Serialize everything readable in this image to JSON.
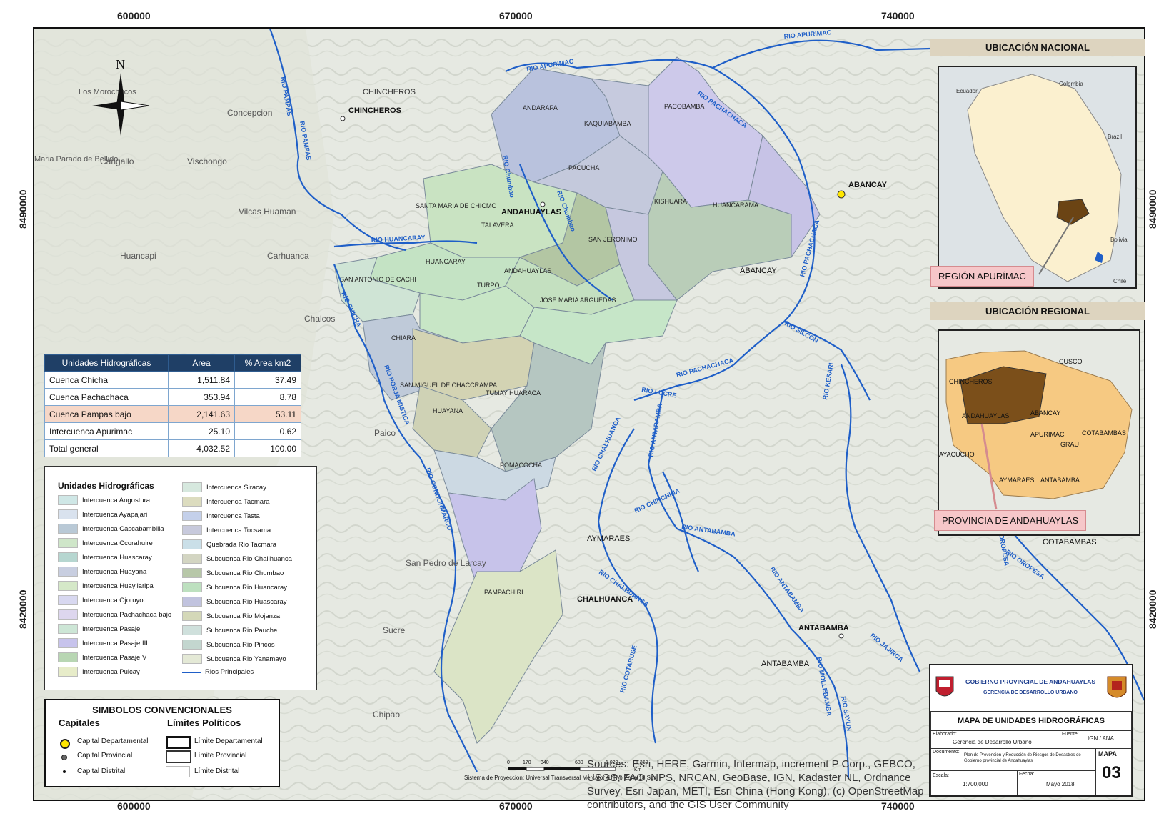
{
  "coordinates": {
    "top": [
      "600000",
      "670000",
      "740000"
    ],
    "bottom": [
      "600000",
      "670000",
      "740000"
    ],
    "left": [
      "8490000",
      "8420000"
    ],
    "right": [
      "8490000",
      "8420000"
    ]
  },
  "north_arrow": {
    "letter": "N"
  },
  "map_labels": {
    "places": [
      {
        "text": "CHINCHEROS"
      },
      {
        "text": "CHINCHEROS"
      },
      {
        "text": "Concepcion"
      },
      {
        "text": "Cangallo"
      },
      {
        "text": "Vischongo"
      },
      {
        "text": "Vilcas Huaman"
      },
      {
        "text": "Huancapi"
      },
      {
        "text": "Carhuanca"
      },
      {
        "text": "Chalcos"
      },
      {
        "text": "ANDAHUAYLAS"
      },
      {
        "text": "ABANCAY"
      },
      {
        "text": "ABANCAY"
      },
      {
        "text": "AYMARAES"
      },
      {
        "text": "CHALHUANCA"
      },
      {
        "text": "ANTABAMBA"
      },
      {
        "text": "ANTABAMBA"
      },
      {
        "text": "San Pedro de Larcay"
      },
      {
        "text": "Sucre"
      },
      {
        "text": "Chipao"
      },
      {
        "text": "COTABAMBAS"
      },
      {
        "text": "Los Morochucos"
      },
      {
        "text": "Maria Parado de Bellido"
      },
      {
        "text": "Paico"
      }
    ],
    "units": [
      {
        "text": "ANDARAPA"
      },
      {
        "text": "KAQUIABAMBA"
      },
      {
        "text": "PACOBAMBA"
      },
      {
        "text": "PACUCHA"
      },
      {
        "text": "KISHUARA"
      },
      {
        "text": "HUANCARAMA"
      },
      {
        "text": "SANTA MARIA DE CHICMO"
      },
      {
        "text": "TALAVERA"
      },
      {
        "text": "SAN JERONIMO"
      },
      {
        "text": "HUANCARAY"
      },
      {
        "text": "SAN ANTONIO DE CACHI"
      },
      {
        "text": "TURPO"
      },
      {
        "text": "ANDAHUAYLAS"
      },
      {
        "text": "JOSE MARIA ARGUEDAS"
      },
      {
        "text": "CHIARA"
      },
      {
        "text": "SAN MIGUEL DE CHACCRAMPA"
      },
      {
        "text": "TUMAY HUARACA"
      },
      {
        "text": "HUAYANA"
      },
      {
        "text": "POMACOCHA"
      },
      {
        "text": "PAMPACHIRI"
      }
    ],
    "rivers": [
      {
        "text": "RIO APURIMAC"
      },
      {
        "text": "RIO APURIMAC"
      },
      {
        "text": "RIO PACHACHACA"
      },
      {
        "text": "RIO PAMPAS"
      },
      {
        "text": "RIO PAMPAS"
      },
      {
        "text": "RIO HUANCARAY"
      },
      {
        "text": "RIO CHICHA"
      },
      {
        "text": "RIO PORJA MISTICA"
      },
      {
        "text": "RIO CONDORMARCO"
      },
      {
        "text": "RIO PACHACHACA"
      },
      {
        "text": "RIO SILCON"
      },
      {
        "text": "RIO PACHACHACA"
      },
      {
        "text": "RIO LUCRE"
      },
      {
        "text": "RIO KESARI"
      },
      {
        "text": "RIO ANTABAMBA"
      },
      {
        "text": "RIO CHALHUANCA"
      },
      {
        "text": "RIO CHINCHINA"
      },
      {
        "text": "RIO ANTABAMBA"
      },
      {
        "text": "RIO CHALHUANCA"
      },
      {
        "text": "RIO ANTABAMBA"
      },
      {
        "text": "RIO COTARUSE"
      },
      {
        "text": "RIO MOLLEBAMBA"
      },
      {
        "text": "RIO SAYUN"
      },
      {
        "text": "RIO JAJIRCA"
      },
      {
        "text": "RIO OROPESA"
      },
      {
        "text": "RIO OROPESA"
      },
      {
        "text": "RIO Chumbao"
      },
      {
        "text": "RIO Chumbao"
      }
    ]
  },
  "hydro_table": {
    "headers": [
      "Unidades Hidrográficas",
      "Area",
      "% Area km2"
    ],
    "rows": [
      {
        "name": "Cuenca Chicha",
        "area": "1,511.84",
        "pct": "37.49"
      },
      {
        "name": "Cuenca Pachachaca",
        "area": "353.94",
        "pct": "8.78"
      },
      {
        "name": "Cuenca Pampas bajo",
        "area": "2,141.63",
        "pct": "53.11"
      },
      {
        "name": "Intercuenca Apurimac",
        "area": "25.10",
        "pct": "0.62"
      },
      {
        "name": "Total general",
        "area": "4,032.52",
        "pct": "100.00"
      }
    ]
  },
  "legend": {
    "title": "Unidades Hidrográficas",
    "col1": [
      {
        "label": "Intercuenca Angostura",
        "color": "#cfe7e6"
      },
      {
        "label": "Intercuenca Ayapajari",
        "color": "#d9e2ee"
      },
      {
        "label": "Intercuenca Cascabambilla",
        "color": "#b9c9d6"
      },
      {
        "label": "Intercuenca Ccorahuire",
        "color": "#cfe6c9"
      },
      {
        "label": "Intercuenca Huascaray",
        "color": "#b6d6d0"
      },
      {
        "label": "Intercuenca Huayana",
        "color": "#c8cee0"
      },
      {
        "label": "Intercuenca Huayllaripa",
        "color": "#d5e8c8"
      },
      {
        "label": "Intercuenca Ojoruyoc",
        "color": "#d8d8f0"
      },
      {
        "label": "Intercuenca Pachachaca bajo",
        "color": "#ddd6ee"
      },
      {
        "label": "Intercuenca Pasaje",
        "color": "#cde6d6"
      },
      {
        "label": "Intercuenca Pasaje III",
        "color": "#c7c3ec"
      },
      {
        "label": "Intercuenca Pasaje V",
        "color": "#b8d6b3"
      },
      {
        "label": "Intercuenca Pulcay",
        "color": "#e7ecc9"
      }
    ],
    "col2": [
      {
        "label": "Intercuenca Siracay",
        "color": "#d6e8de"
      },
      {
        "label": "Intercuenca Tacmara",
        "color": "#dcdcbf"
      },
      {
        "label": "Intercuenca Tasta",
        "color": "#c4d0ea"
      },
      {
        "label": "Intercuenca Tocsama",
        "color": "#c7c9dc"
      },
      {
        "label": "Quebrada Rio Tacmara",
        "color": "#cadfe8"
      },
      {
        "label": "Subcuenca Rio Challhuanca",
        "color": "#d3d5c2"
      },
      {
        "label": "Subcuenca Rio Chumbao",
        "color": "#b7c7a8"
      },
      {
        "label": "Subcuenca Rio Huancaray",
        "color": "#bde0bf"
      },
      {
        "label": "Subcuenca Rio Huascaray",
        "color": "#c1c3de"
      },
      {
        "label": "Subcuenca Rio Mojanza",
        "color": "#d4d8b8"
      },
      {
        "label": "Subcuenca Rio Pauche",
        "color": "#cfe0dc"
      },
      {
        "label": "Subcuenca Rio Pincos",
        "color": "#c3d6cf"
      },
      {
        "label": "Subcuenca Rio Yanamayo",
        "color": "#e4e9d6"
      },
      {
        "label": "Rios Principales",
        "color": "#1f5fc8"
      }
    ]
  },
  "symbols": {
    "title": "SIMBOLOS CONVENCIONALES",
    "capitals_title": "Capitales",
    "limits_title": "Límites Políticos",
    "capitals": [
      "Capital Departamental",
      "Capital Provincial",
      "Capital Distrital"
    ],
    "limits": [
      "Límite Departamental",
      "Límite Provincial",
      "Límite Distrital"
    ]
  },
  "national": {
    "header": "UBICACIÓN NACIONAL",
    "callout": "REGIÓN APURÍMAC",
    "labels": [
      "Colombia",
      "Ecuador",
      "Brazil",
      "Bolivia",
      "Chile"
    ]
  },
  "regional": {
    "header": "UBICACIÓN REGIONAL",
    "callout": "PROVINCIA DE ANDAHUAYLAS",
    "labels": [
      "CUSCO",
      "CHINCHEROS",
      "ANDAHUAYLAS",
      "ABANCAY",
      "APURIMAC",
      "COTABAMBAS",
      "GRAU",
      "AYACUCHO",
      "AYMARAES",
      "ANTABAMBA"
    ]
  },
  "title_block": {
    "org": "GOBIERNO PROVINCIAL DE ANDAHUAYLAS",
    "dept": "GERENCIA DE DESARROLLO URBANO",
    "map_title": "MAPA DE UNIDADES HIDROGRÁFICAS",
    "elaborado_label": "Elaborado:",
    "elaborado_value": "Gerencia de Desarrollo Urbano",
    "fuente_label": "Fuente:",
    "fuente_value": "IGN / ANA",
    "documento_label": "Documento:",
    "documento_value": "Plan de Prevención y Reducción de Riesgos de Desastres de Gobierno provincial de Andahuaylas",
    "mapa_label": "MAPA",
    "mapa_number": "03",
    "escala_label": "Escala:",
    "escala_value": "1:700,000",
    "fecha_label": "Fecha:",
    "fecha_value": "Mayo 2018"
  },
  "scale_bar": {
    "ticks": [
      "0",
      "170",
      "340",
      "680",
      "1,020",
      "1,360"
    ],
    "unit": "Km",
    "projection": "Sistema de Proyeccion: Universal Transversal Mercator (UTM) Zona 18 Sur"
  },
  "attribution": "Sources: Esri, HERE, Garmin, Intermap, increment P Corp., GEBCO, USGS, FAO, NPS, NRCAN, GeoBase, IGN, Kadaster NL, Ordnance Survey, Esri Japan, METI, Esri China (Hong Kong), (c) OpenStreetMap contributors, and the GIS User Community"
}
